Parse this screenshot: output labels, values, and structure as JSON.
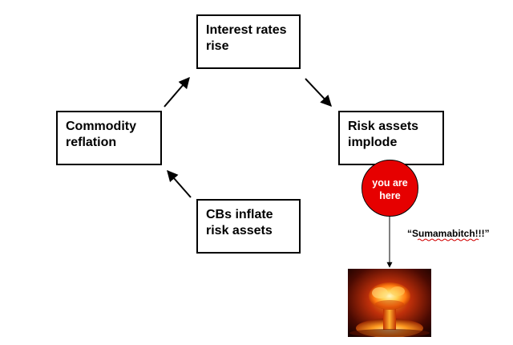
{
  "cycle": {
    "top": {
      "line1": "Interest rates",
      "line2": "rise"
    },
    "right": {
      "line1": "Risk assets",
      "line2": "implode"
    },
    "bottom": {
      "line1": "CBs inflate",
      "line2": "risk assets"
    },
    "left": {
      "line1": "Commodity",
      "line2": "reflation"
    }
  },
  "marker": {
    "line1": "you are",
    "line2": "here",
    "color": "#e60000"
  },
  "quote": "“Sumamabitch!!!”",
  "image": {
    "icon": "nuclear-explosion-photo"
  }
}
